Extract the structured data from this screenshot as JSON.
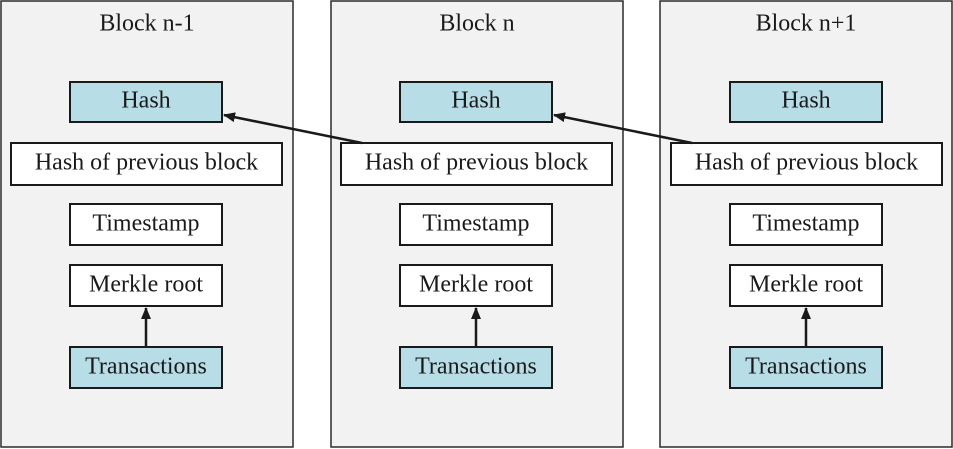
{
  "blocks": [
    {
      "title": "Block n-1",
      "fields": {
        "hash": "Hash",
        "prev_hash": "Hash of previous block",
        "timestamp": "Timestamp",
        "merkle_root": "Merkle root",
        "transactions": "Transactions"
      }
    },
    {
      "title": "Block n",
      "fields": {
        "hash": "Hash",
        "prev_hash": "Hash of previous block",
        "timestamp": "Timestamp",
        "merkle_root": "Merkle root",
        "transactions": "Transactions"
      }
    },
    {
      "title": "Block n+1",
      "fields": {
        "hash": "Hash",
        "prev_hash": "Hash of previous block",
        "timestamp": "Timestamp",
        "merkle_root": "Merkle root",
        "transactions": "Transactions"
      }
    }
  ],
  "colors": {
    "highlight_fill": "#b7dde7",
    "block_background": "#f2f2f2"
  }
}
